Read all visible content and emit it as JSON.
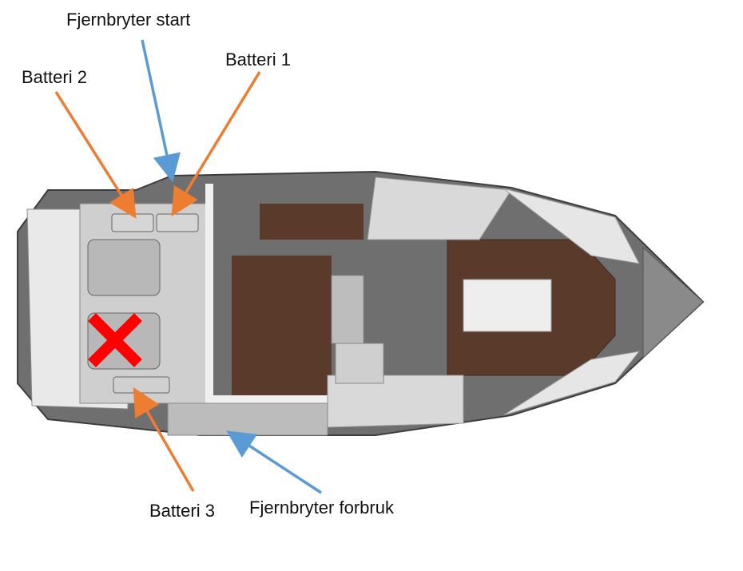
{
  "labels": {
    "remote_switch_start": "Fjernbryter start",
    "battery_1": "Batteri 1",
    "battery_2": "Batteri 2",
    "battery_3": "Batteri 3",
    "remote_switch_consumption": "Fjernbryter forbruk"
  },
  "colors": {
    "orange_arrow": "#ed7d31",
    "blue_arrow": "#5b9bd5",
    "removed_marker": "#ff0000",
    "hull": "#dcdcdc",
    "deck_wood": "#5a3a2a"
  },
  "marker": {
    "engine_removed": "red-x-icon"
  }
}
